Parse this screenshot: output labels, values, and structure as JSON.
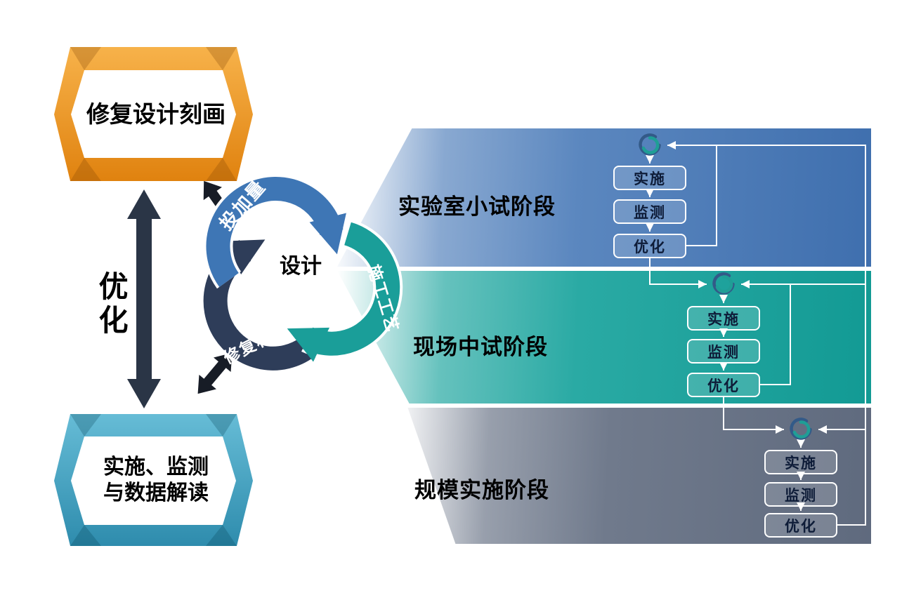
{
  "colors": {
    "band_lab_blue": "#3f6fae",
    "band_pilot_teal": "#129a94",
    "band_scale_gray": "#5f6a7e",
    "banner_top_orange": "#ef9226",
    "banner_bottom_teal": "#3f9dbd",
    "arc_dose_blue": "#3e76b5",
    "arc_process_teal": "#1a9e99",
    "arc_material_navy": "#2e3d59",
    "connector_white": "#ffffff",
    "big_arrow_dark": "#2a3546"
  },
  "left_flow": {
    "top_banner": "修复设计刻画",
    "bottom_banner_line1": "实施、监测",
    "bottom_banner_line2": "与数据解读",
    "optimize_label": "优化"
  },
  "cycle": {
    "center": "设计",
    "arcs": [
      {
        "label": "投加量"
      },
      {
        "label": "施工工艺"
      },
      {
        "label": "修复材料"
      }
    ]
  },
  "stages": [
    {
      "name": "实验室小试阶段",
      "steps": [
        "实施",
        "监测",
        "优化"
      ]
    },
    {
      "name": "现场中试阶段",
      "steps": [
        "实施",
        "监测",
        "优化"
      ]
    },
    {
      "name": "规模实施阶段",
      "steps": [
        "实施",
        "监测",
        "优化"
      ]
    }
  ],
  "icons": {
    "stage_cycle_icon": "cycle-swirl"
  }
}
